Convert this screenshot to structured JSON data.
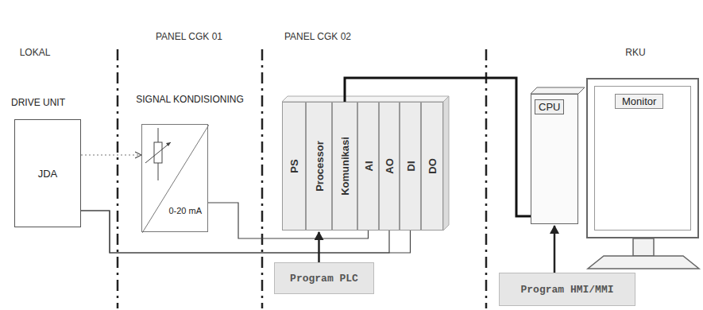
{
  "diagram": {
    "nodes": [
      {
        "text": [
          "DRIVE UNIT",
          "JDA"
        ]
      },
      {
        "text": [
          "SIGNAL KONDISIONING",
          "0-20 mA"
        ]
      },
      {
        "text": [
          "PS"
        ]
      },
      {
        "text": [
          "Processor"
        ]
      },
      {
        "text": [
          "Komunikasi"
        ]
      },
      {
        "text": [
          "AI"
        ]
      },
      {
        "text": [
          "AO"
        ]
      },
      {
        "text": [
          "DI"
        ]
      },
      {
        "text": [
          "DO"
        ]
      },
      {
        "text": [
          "Program PLC"
        ]
      },
      {
        "text": [
          "CPU"
        ]
      },
      {
        "text": [
          "Monitor"
        ]
      },
      {
        "text": [
          "Program HMI/MMI"
        ]
      }
    ],
    "edges": [
      {
        "from": 0,
        "to": 1,
        "arrow": "to"
      },
      {
        "from": 1,
        "to": 5,
        "arrow": "none"
      },
      {
        "from": 0,
        "to": 6,
        "arrow": "none"
      },
      {
        "from": 0,
        "to": 7,
        "arrow": "none"
      },
      {
        "from": 4,
        "to": 10,
        "arrow": "none"
      },
      {
        "from": 9,
        "to": 3,
        "arrow": "to"
      },
      {
        "from": 12,
        "to": 10,
        "arrow": "to"
      }
    ],
    "labels": [
      "LOKAL",
      "PANEL CGK 01",
      "PANEL CGK 02",
      "RKU"
    ]
  }
}
